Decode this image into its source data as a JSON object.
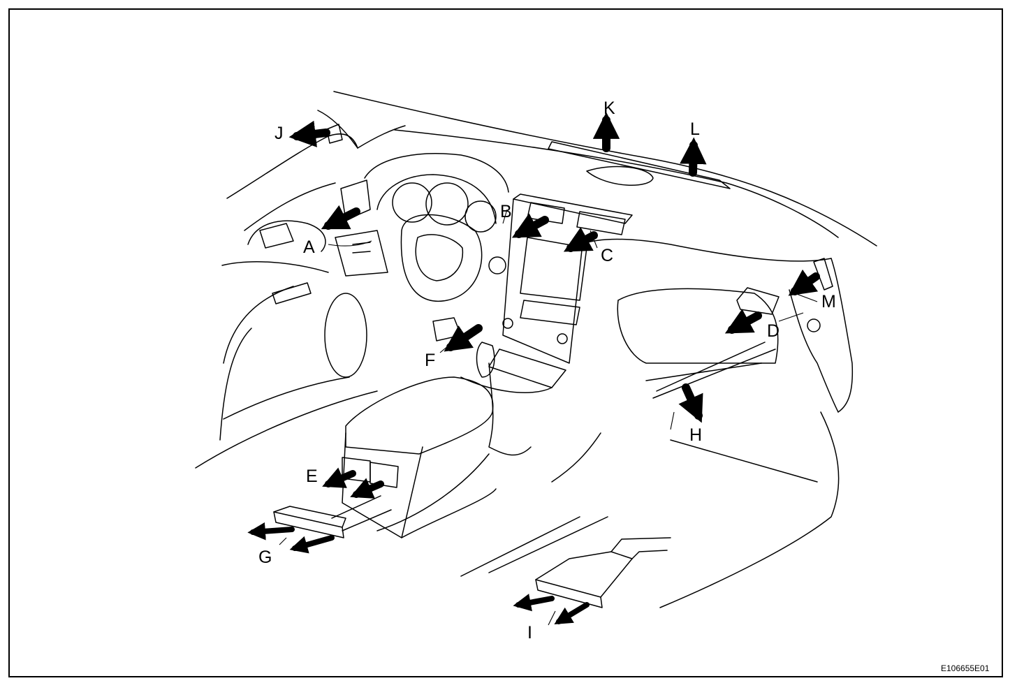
{
  "figure_code": "E106655E01",
  "outlets": [
    {
      "id": "A",
      "label": "A"
    },
    {
      "id": "B",
      "label": "B"
    },
    {
      "id": "C",
      "label": "C"
    },
    {
      "id": "D",
      "label": "D"
    },
    {
      "id": "E",
      "label": "E"
    },
    {
      "id": "F",
      "label": "F"
    },
    {
      "id": "G",
      "label": "G"
    },
    {
      "id": "H",
      "label": "H"
    },
    {
      "id": "I",
      "label": "I"
    },
    {
      "id": "J",
      "label": "J"
    },
    {
      "id": "K",
      "label": "K"
    },
    {
      "id": "L",
      "label": "L"
    },
    {
      "id": "M",
      "label": "M"
    }
  ]
}
